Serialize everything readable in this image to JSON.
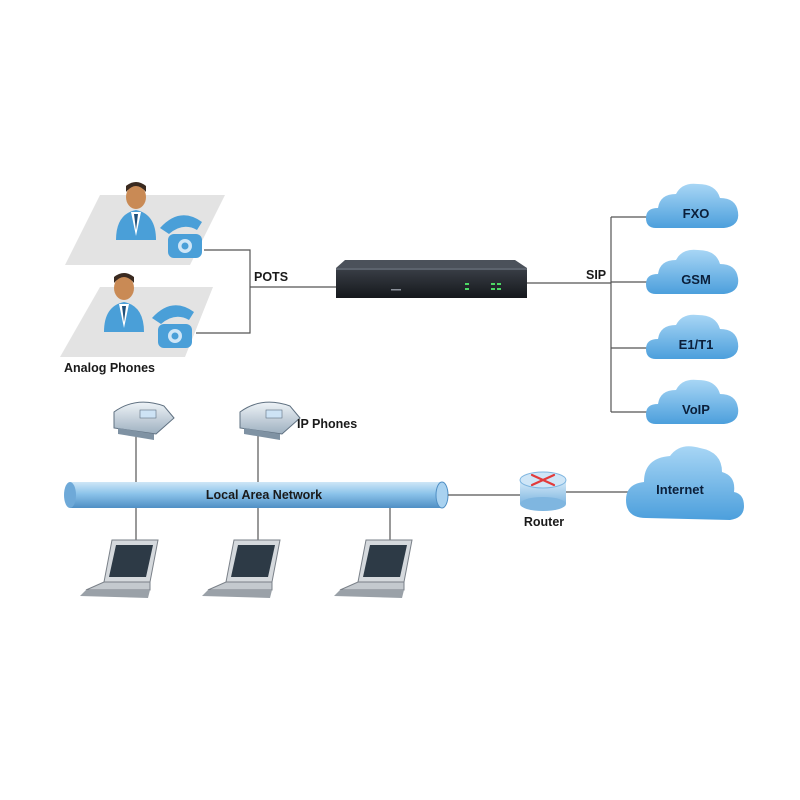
{
  "labels": {
    "pots": "POTS",
    "sip": "SIP",
    "analog_phones": "Analog Phones",
    "ip_phones": "IP  Phones",
    "lan": "Local Area Network",
    "router": "Router",
    "internet": "Internet"
  },
  "trunks": [
    "FXO",
    "GSM",
    "E1/T1",
    "VoIP"
  ],
  "colors": {
    "cloud": "#6fb3e6",
    "pipe": "#8cc3ea",
    "person": "#4a9fd8",
    "gateway": "#1e2228",
    "led": "#4cd964",
    "router_x": "#e23b3b"
  }
}
